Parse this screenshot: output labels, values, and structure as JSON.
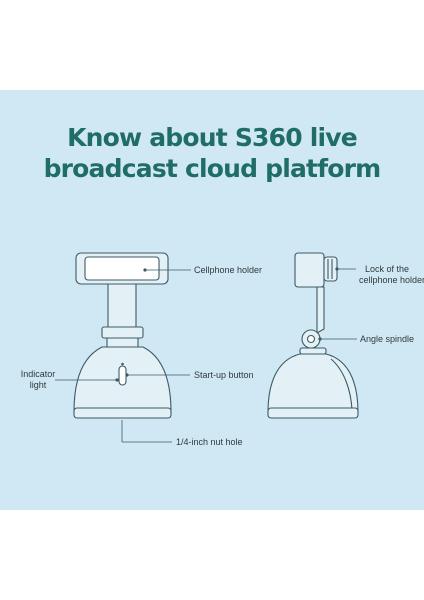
{
  "title": {
    "line1": "Know about S360 live",
    "line2": "broadcast cloud platform"
  },
  "labels": {
    "cellphone_holder": "Cellphone holder",
    "indicator_light_line1": "Indicator",
    "indicator_light_line2": "light",
    "startup_button": "Start-up button",
    "nut_hole": "1/4-inch nut hole",
    "lock_line1": "Lock of the",
    "lock_line2": "cellphone holder",
    "angle_spindle": "Angle spindle"
  },
  "colors": {
    "panel": "#cfe8f3",
    "title": "#1f6c68",
    "device_fill": "#e3f1f6",
    "device_stroke": "#3c5a66"
  }
}
